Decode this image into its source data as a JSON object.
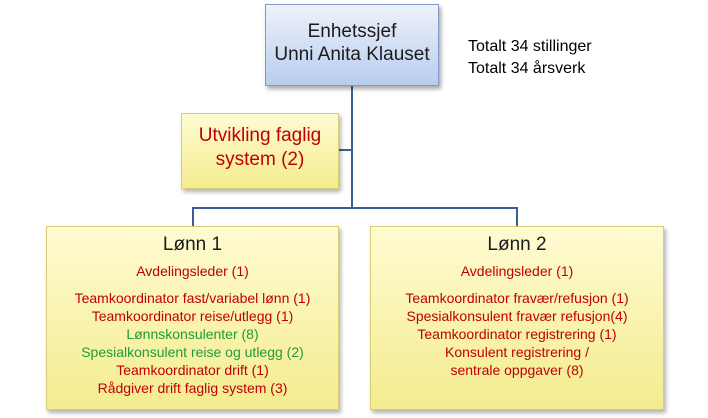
{
  "top": {
    "line1": "Enhetssjef",
    "line2": "Unni Anita Klauset"
  },
  "totals": {
    "line1": "Totalt 34 stillinger",
    "line2": "Totalt 34 årsverk"
  },
  "side": {
    "line1": "Utvikling faglig",
    "line2": "system (2)"
  },
  "left": {
    "title": "Lønn 1",
    "lead": "Avdelingsleder  (1)",
    "items": [
      "Teamkoordinator fast/variabel lønn (1)",
      "Teamkoordinator reise/utlegg (1)",
      "Lønnskonsulenter  (8)",
      "Spesialkonsulent  reise og utlegg (2)",
      "Teamkoordinator  drift (1)",
      "Rådgiver drift faglig system (3)"
    ]
  },
  "right": {
    "title": "Lønn 2",
    "lead": "Avdelingsleder  (1)",
    "items": [
      "Teamkoordinator fravær/refusjon (1)",
      "Spesialkonsulent fravær refusjon(4)",
      "Teamkoordinator registrering (1)",
      "Konsulent registrering /",
      "sentrale oppgaver (8)"
    ]
  },
  "colors": {
    "text_red": "#c00000",
    "text_green": "#1e9c3a",
    "connector": "#3a5f96",
    "top_box": "#c9d8f2",
    "yellow_box": "#faf4b0"
  }
}
